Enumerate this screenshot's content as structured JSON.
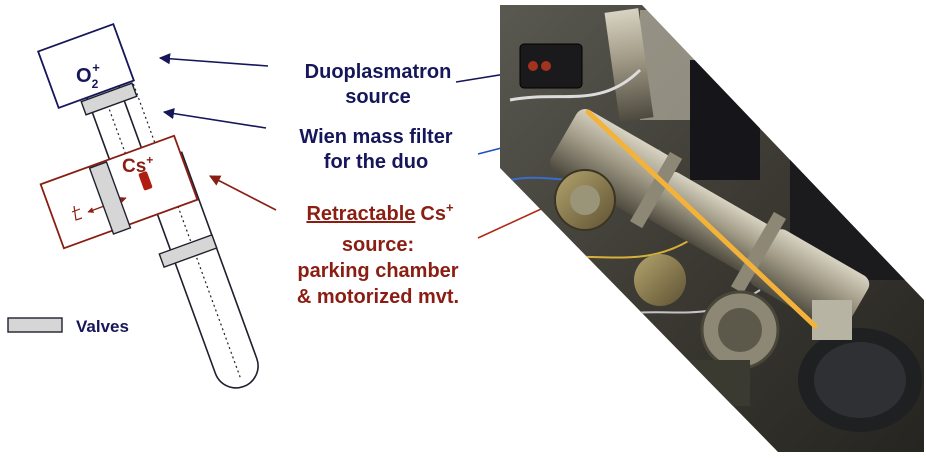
{
  "colors": {
    "navy": "#16165a",
    "dark_red": "#8a1e12",
    "outline": "#1f1f2e",
    "valve_fill": "#d6d6d6",
    "beam": "#f3b33a"
  },
  "diagram": {
    "duo_box": {
      "label": "O",
      "sub": "2",
      "sup": "+"
    },
    "cs_box": {
      "label": "Cs",
      "sup": "+"
    },
    "legend": {
      "label": "Valves"
    }
  },
  "labels": {
    "duoplasmatron": {
      "line1": "Duoplasmatron",
      "line2": "source"
    },
    "wien": {
      "line1": "Wien mass filter",
      "line2": "for the duo"
    },
    "retractable": {
      "word": "Retractable",
      "species": "Cs",
      "charge": "+",
      "line2": "source:",
      "line3": "parking chamber",
      "line4": "& motorized mvt."
    }
  },
  "photo": {
    "subject": "instrument-photo"
  }
}
